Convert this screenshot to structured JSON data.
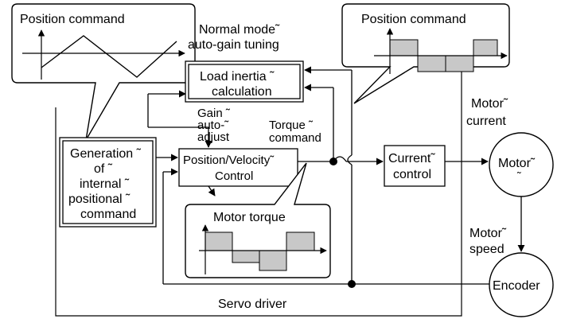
{
  "callout_position_left": {
    "title": "Position command"
  },
  "callout_position_right": {
    "title": "Position command"
  },
  "callout_motor_torque": {
    "title": "Motor torque"
  },
  "tuning_label": {
    "line1": "Normal mode˜",
    "line2": "auto-gain tuning"
  },
  "load_inertia_block": {
    "line1": "Load inertia ˜",
    "line2": "calculation"
  },
  "gain_label": {
    "line1": "Gain ˜",
    "line2": "auto-˜",
    "line3": "adjust"
  },
  "torque_cmd_label": {
    "line1": "Torque ˜",
    "line2": "command"
  },
  "generation_block": {
    "line1": "Generation ˜",
    "line2": "of ˜",
    "line3": "internal ˜",
    "line4": "positional ˜",
    "line5": "command"
  },
  "posvel_block": {
    "line1": "Position/Velocity˜",
    "line2": "Control"
  },
  "current_block": {
    "line1": "Current˜",
    "line2": "control"
  },
  "motor_current_label": {
    "line1": "Motor˜",
    "line2": "current"
  },
  "motor": {
    "line1": "Motor˜",
    "line2": "˜"
  },
  "motor_speed_label": {
    "line1": "Motor˜",
    "line2": "speed"
  },
  "encoder": {
    "label": "Encoder"
  },
  "servo_driver_label": "Servo driver"
}
